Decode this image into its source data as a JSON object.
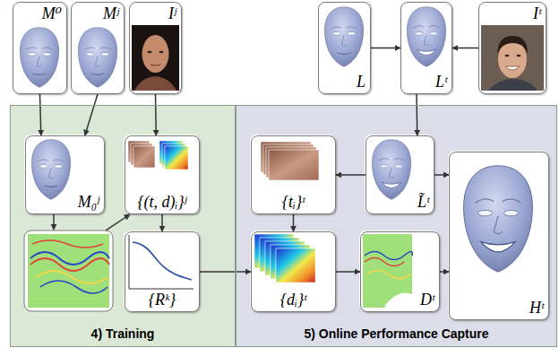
{
  "diagram": {
    "nodes": [
      {
        "text": [
          "M⁰"
        ]
      },
      {
        "text": [
          "Mʲ"
        ]
      },
      {
        "text": [
          "Iʲ"
        ]
      },
      {
        "text": [
          "L"
        ]
      },
      {
        "text": [
          "Lᵗ"
        ]
      },
      {
        "text": [
          "Iᵗ"
        ]
      },
      {
        "text": [
          "4) Training"
        ]
      },
      {
        "text": [
          "M₀ʲ"
        ],
        "in": 6
      },
      {
        "text": [
          "{(t, d)ᵢ}ʲ"
        ],
        "in": 6
      },
      {
        "text": [
          "{Rᵏ}"
        ],
        "in": 6
      },
      {
        "text": [
          "5) Online Performance Capture"
        ]
      },
      {
        "text": [
          "{tᵢ}ᵗ"
        ],
        "in": 10
      },
      {
        "text": [
          "L̃ᵗ"
        ],
        "in": 10
      },
      {
        "text": [
          "Hᵗ"
        ],
        "in": 10
      },
      {
        "text": [
          "{dᵢ}ᵗ"
        ],
        "in": 10
      },
      {
        "text": [
          "Dᵗ"
        ],
        "in": 10
      }
    ],
    "edges": [
      {
        "from": 0,
        "to": 7,
        "arrow": "to"
      },
      {
        "from": 1,
        "to": 7,
        "arrow": "to"
      },
      {
        "from": 2,
        "to": 8,
        "arrow": "to"
      },
      {
        "from": 3,
        "to": 4,
        "arrow": "to"
      },
      {
        "from": 5,
        "to": 4,
        "arrow": "to"
      },
      {
        "from": 4,
        "to": 12,
        "arrow": "to"
      },
      {
        "from": 12,
        "to": 11,
        "arrow": "to"
      },
      {
        "from": 11,
        "to": 14,
        "arrow": "to"
      },
      {
        "from": 8,
        "to": 9,
        "arrow": "to"
      },
      {
        "from": 9,
        "to": 14,
        "arrow": "to"
      },
      {
        "from": 14,
        "to": 15,
        "arrow": "to"
      },
      {
        "from": 15,
        "to": 13,
        "arrow": "to"
      },
      {
        "from": 12,
        "to": 13,
        "arrow": "to"
      }
    ]
  }
}
